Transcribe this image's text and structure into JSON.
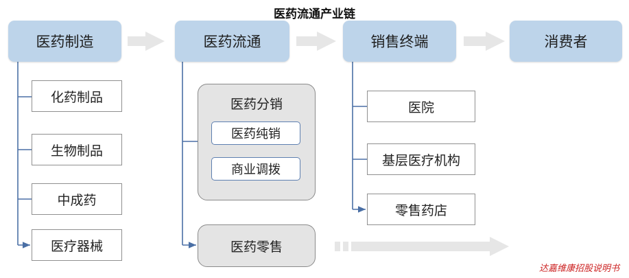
{
  "title": "医药流通产业链",
  "stages": [
    "医药制造",
    "医药流通",
    "销售终端",
    "消费者"
  ],
  "manufacturing_items": [
    "化药制品",
    "生物制品",
    "中成药",
    "医疗器械"
  ],
  "distribution": {
    "label": "医药分销",
    "items": [
      "医药纯销",
      "商业调拨"
    ]
  },
  "retail": "医药零售",
  "terminal_items": [
    "医院",
    "基层医疗机构",
    "零售药店"
  ],
  "source": "达嘉维康招股说明书",
  "colors": {
    "stage_fill": "#bdd4ea",
    "connector": "#4a6fa5",
    "arrow": "#e6e6e6",
    "source_text": "#cc2222"
  }
}
